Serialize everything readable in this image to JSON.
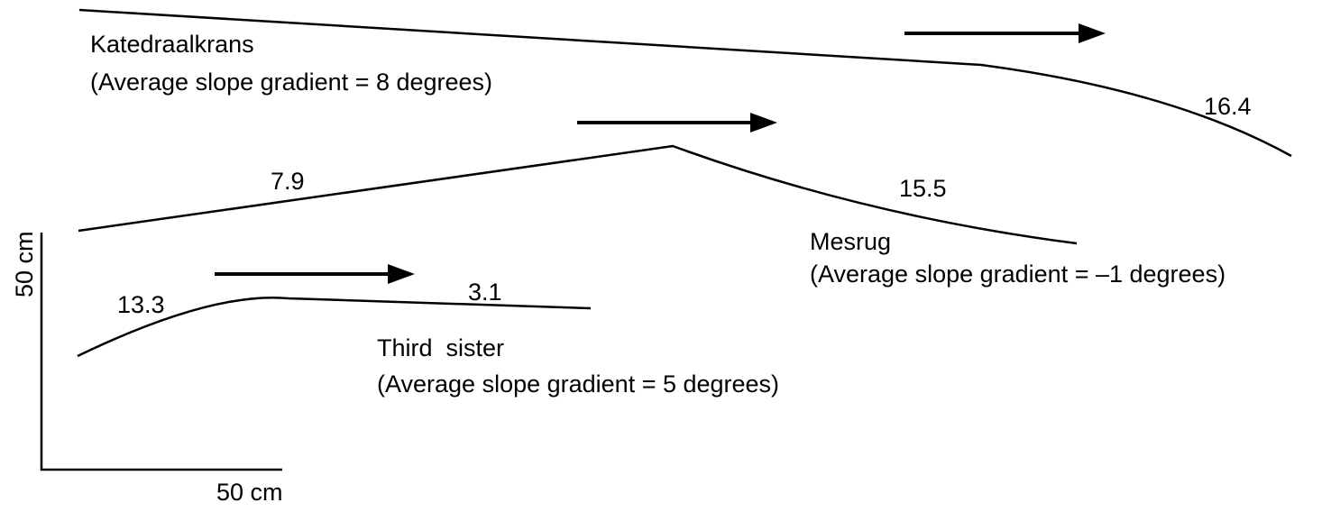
{
  "profiles": [
    {
      "name": "Katedraalkrans",
      "gradient_label": "(Average slope gradient = 8 degrees)",
      "segment_values": [
        "16.4"
      ]
    },
    {
      "name": "Mesrug",
      "gradient_label": "(Average slope gradient = –1 degrees)",
      "segment_values": [
        "7.9",
        "15.5"
      ]
    },
    {
      "name": "Third  sister",
      "gradient_label": "(Average slope gradient = 5 degrees)",
      "segment_values": [
        "13.3",
        "3.1"
      ]
    }
  ],
  "scale": {
    "vertical_label": "50 cm",
    "horizontal_label": "50 cm"
  }
}
